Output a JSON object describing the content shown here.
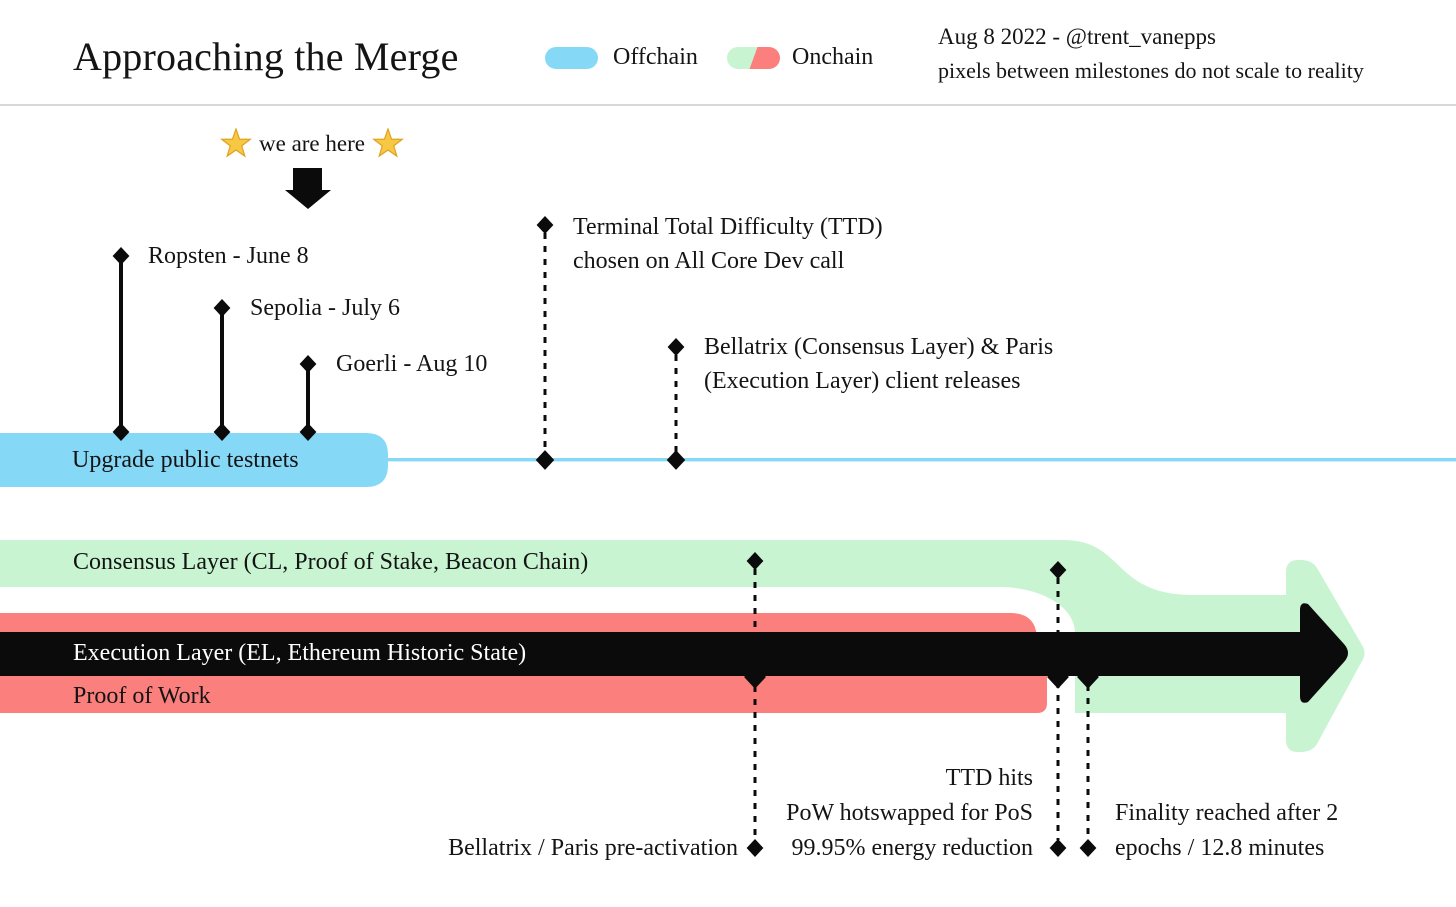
{
  "header": {
    "title": "Approaching the Merge",
    "legend": [
      {
        "label": "Offchain",
        "swatch": "blue-pill"
      },
      {
        "label": "Onchain",
        "swatch": "green-red-pill"
      }
    ],
    "byline": "Aug 8 2022 - @trent_vanepps",
    "note": "pixels between milestones do not scale to reality"
  },
  "here_marker": {
    "label": "we are here",
    "icon": "star"
  },
  "testnet_milestones": [
    {
      "label": "Ropsten - June 8"
    },
    {
      "label": "Sepolia - July 6"
    },
    {
      "label": "Goerli - Aug 10"
    }
  ],
  "offchain_milestones": [
    {
      "line1": "Terminal Total Difficulty (TTD)",
      "line2": "chosen on All Core Dev call"
    },
    {
      "line1": "Bellatrix (Consensus Layer) & Paris",
      "line2": "(Execution Layer) client releases"
    }
  ],
  "tracks": {
    "offchain_label": "Upgrade public testnets",
    "consensus_label": "Consensus Layer (CL, Proof of Stake, Beacon Chain)",
    "execution_label": "Execution Layer (EL, Ethereum Historic State)",
    "pow_label": "Proof of Work"
  },
  "onchain_milestones": {
    "pre_activation": "Bellatrix / Paris pre-activation",
    "ttd_hits": [
      "TTD hits",
      "PoW hotswapped for PoS",
      "99.95% energy reduction"
    ],
    "finality": [
      "Finality reached after 2",
      "epochs / 12.8 minutes"
    ]
  },
  "colors": {
    "offchain_blue": "#85D9F7",
    "onchain_green": "#C9F4D1",
    "onchain_red": "#FA7F7D",
    "ink_black": "#0B0B0B",
    "star_gold": "#F7C844",
    "divider_gray": "#D8D8D8"
  }
}
